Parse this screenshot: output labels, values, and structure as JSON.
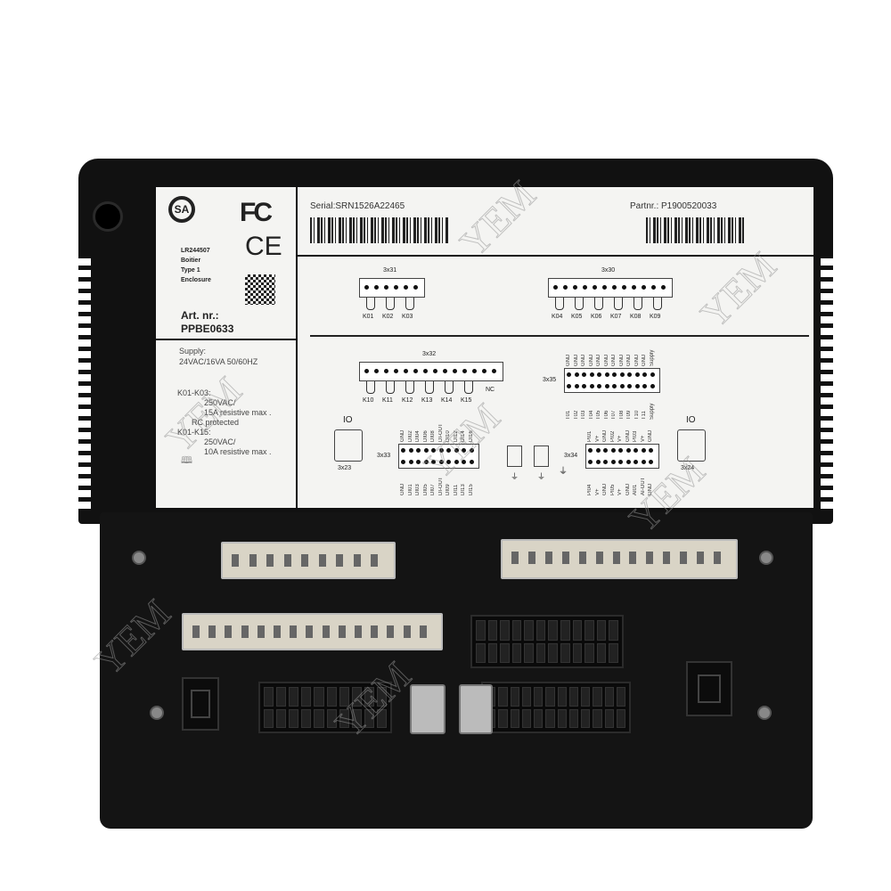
{
  "label": {
    "cert_text": "LR244507",
    "boitier": "Boitier",
    "type": "Type 1",
    "enclosure": "Enclosure",
    "logos": [
      "CSA c-us",
      "FC",
      "CE"
    ],
    "art_title": "Art. nr.:",
    "art_number": "PPBE0633",
    "supply_title": "Supply:",
    "supply_value": "24VAC/16VA 50/60HZ",
    "k01_k03": "K01-K03:",
    "k01_k03_rating1": "250VAC/",
    "k01_k03_rating2": "15A resistive max .",
    "k01_k03_rating3": "RC protected",
    "k01_k15": "K01-K15:",
    "k01_k15_rating1": "250VAC/",
    "k01_k15_rating2": "10A resistive max .",
    "serial": "Serial:SRN1526A22465",
    "partnr": "Partnr.: P1900520033"
  },
  "diagram": {
    "x31": {
      "name": "3x31",
      "relays": [
        "K01",
        "K02",
        "K03"
      ]
    },
    "x30": {
      "name": "3x30",
      "relays": [
        "K04",
        "K05",
        "K06",
        "K07",
        "K08",
        "K09"
      ]
    },
    "x32": {
      "name": "3x32",
      "relays": [
        "K10",
        "K11",
        "K12",
        "K13",
        "K14",
        "K15"
      ],
      "nc": "NC"
    },
    "x35": {
      "name": "3x35",
      "top": [
        "GND",
        "GND",
        "GND",
        "GND",
        "GND",
        "GND",
        "GND",
        "GND",
        "GND",
        "GND",
        "GND",
        "Supply"
      ],
      "bottom": [
        "T01",
        "T02",
        "T03",
        "T04",
        "T05",
        "T06",
        "T07",
        "T08",
        "T09",
        "T10",
        "T11",
        "Supply"
      ]
    },
    "x33": {
      "name": "3x33",
      "top": [
        "GND",
        "DI02",
        "DI04",
        "DI06",
        "DI08",
        "DI-OUT",
        "DI10",
        "DI12",
        "DI14",
        "DI16"
      ],
      "bottom": [
        "GND",
        "DI01",
        "DI03",
        "DI05",
        "DI07",
        "DI-OUT",
        "DI09",
        "DI11",
        "DI13",
        "DI15"
      ]
    },
    "x34": {
      "name": "3x34",
      "top": [
        "PI01",
        "V+",
        "GND",
        "PI02",
        "V+",
        "GND",
        "PI03",
        "V+",
        "GND"
      ],
      "bottom": [
        "PI04",
        "V+",
        "GND",
        "PI05",
        "V+",
        "GND",
        "AI01",
        "AI-OUT",
        "GND"
      ]
    },
    "io_left": {
      "title": "IO",
      "name": "3x23"
    },
    "io_right": {
      "title": "IO",
      "name": "3x24"
    }
  },
  "watermark": "YEM",
  "colors": {
    "body": "#111111",
    "label": "#f4f4f2",
    "connector": "#d9d4c6"
  }
}
